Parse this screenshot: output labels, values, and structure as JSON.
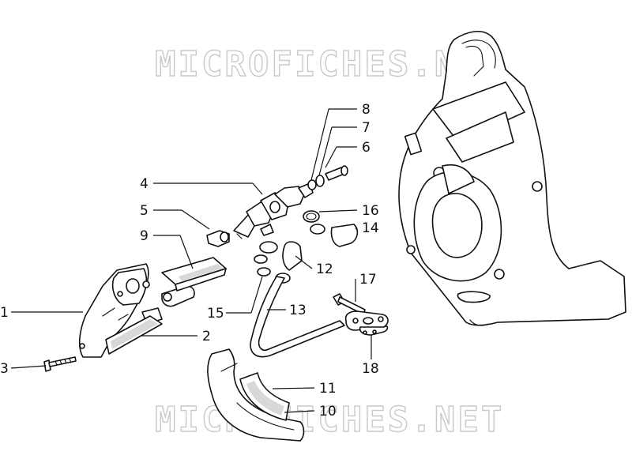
{
  "watermark": {
    "text": "MICROFICHES.NET"
  },
  "callouts": [
    {
      "id": "1",
      "label": "1"
    },
    {
      "id": "2",
      "label": "2"
    },
    {
      "id": "3",
      "label": "3"
    },
    {
      "id": "4",
      "label": "4"
    },
    {
      "id": "5",
      "label": "5"
    },
    {
      "id": "6",
      "label": "6"
    },
    {
      "id": "7",
      "label": "7"
    },
    {
      "id": "8",
      "label": "8"
    },
    {
      "id": "9",
      "label": "9"
    },
    {
      "id": "10",
      "label": "10"
    },
    {
      "id": "11",
      "label": "11"
    },
    {
      "id": "12",
      "label": "12"
    },
    {
      "id": "13",
      "label": "13"
    },
    {
      "id": "14",
      "label": "14"
    },
    {
      "id": "15",
      "label": "15"
    },
    {
      "id": "16",
      "label": "16"
    },
    {
      "id": "17",
      "label": "17"
    },
    {
      "id": "18",
      "label": "18"
    }
  ]
}
